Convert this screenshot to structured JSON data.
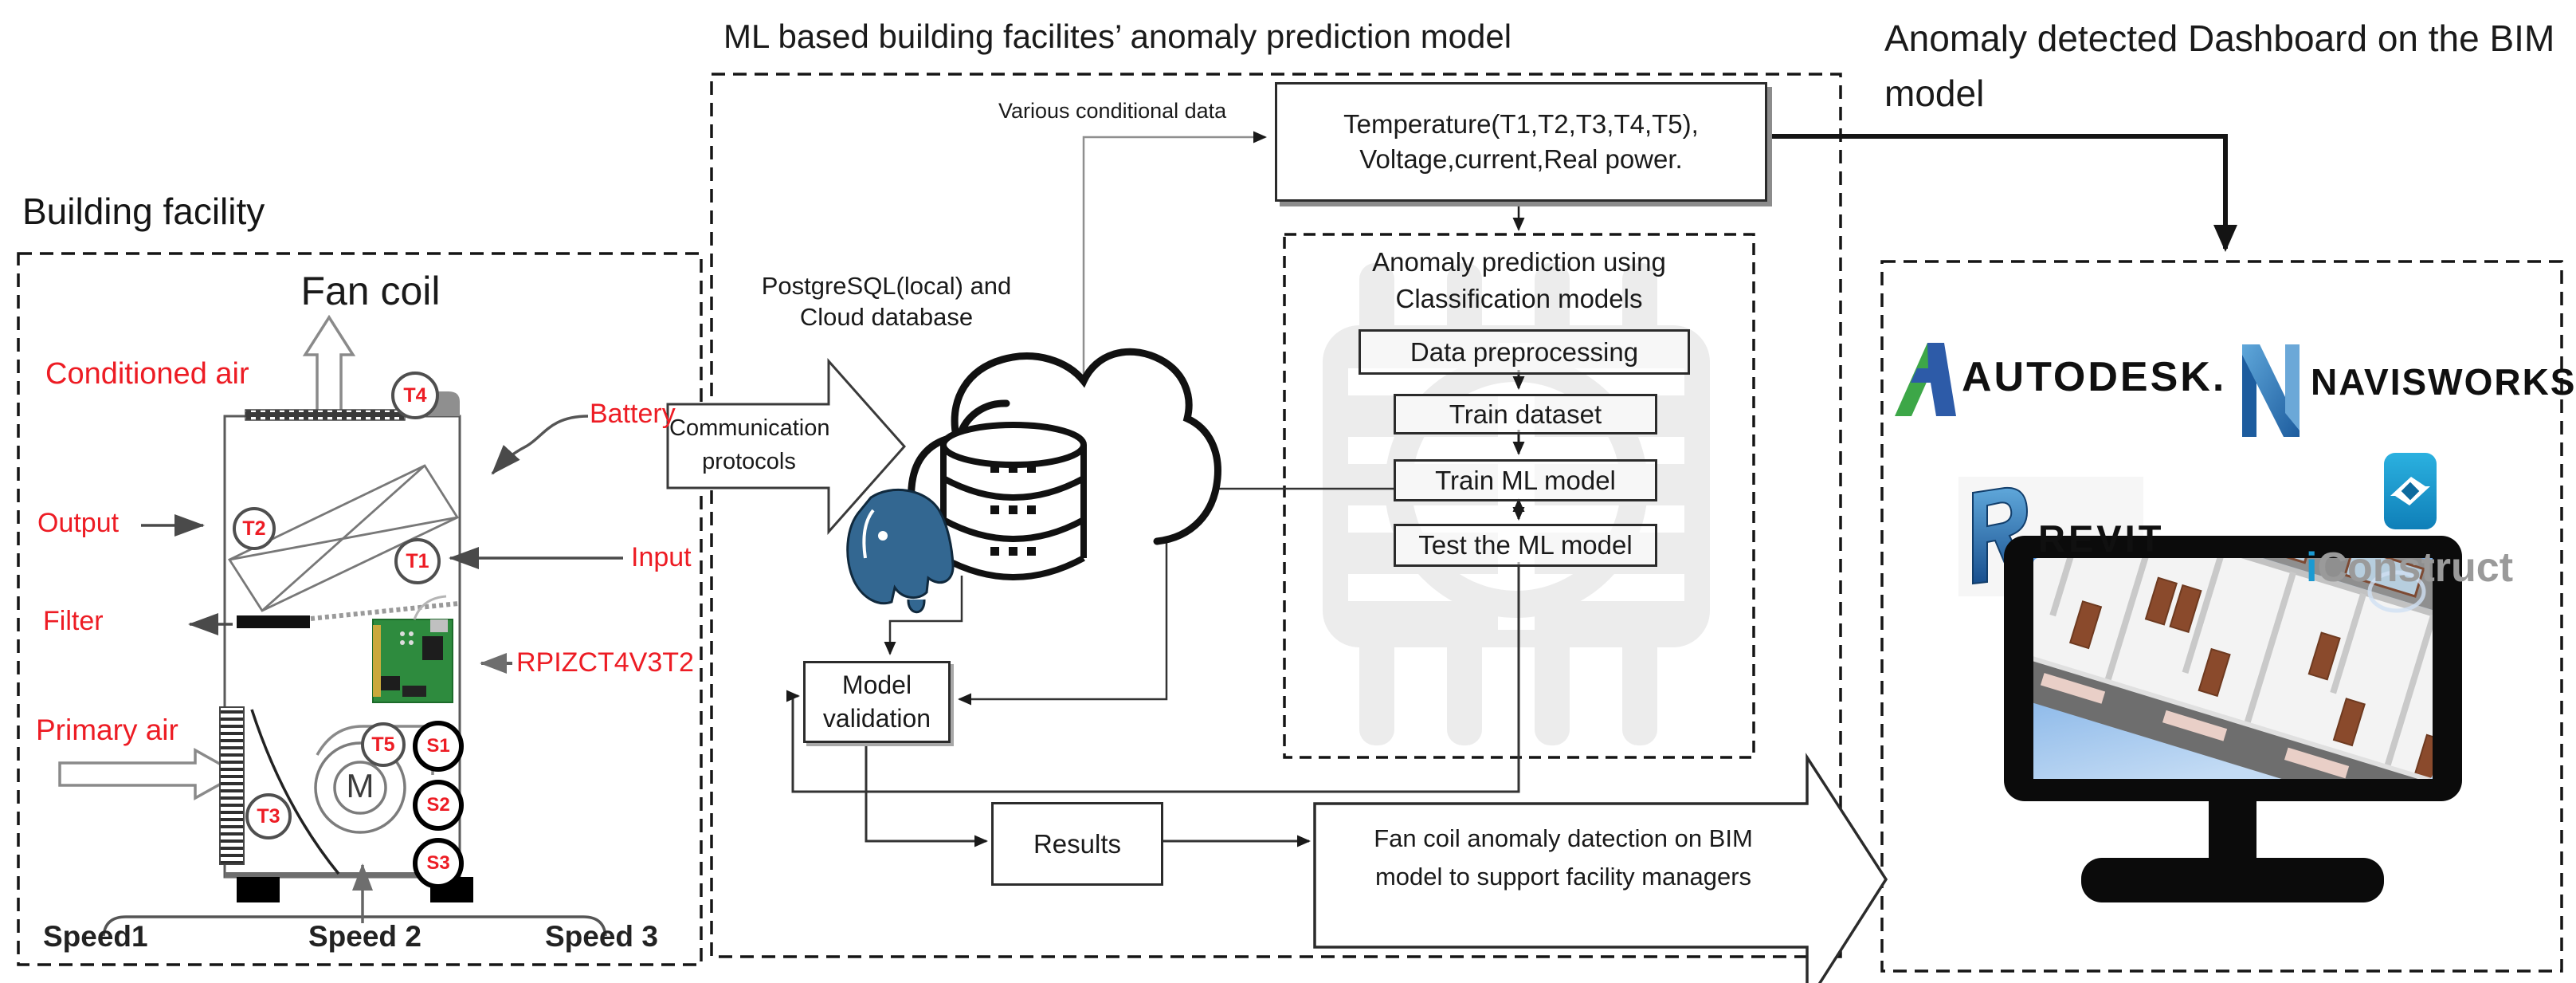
{
  "colors": {
    "red_label": "#ED1C24",
    "postgres_blue": "#336791",
    "watermark_gray": "#ececec",
    "navisworks_blue": "#2a6fb5",
    "autodesk_green": "#3DA748",
    "autodesk_blue": "#2D5BA8",
    "iconstruct_blue": "#1b9ad2",
    "iconstruct_gray": "#9a9a9a",
    "screen_sky": "#5b9bd5"
  },
  "building": {
    "title": "Building facility",
    "fan_coil": "Fan coil",
    "conditioned_air": "Conditioned air",
    "battery": "Battery",
    "output": "Output",
    "input": "Input",
    "filter": "Filter",
    "rpi": "RPIZCT4V3T2",
    "primary_air": "Primary air",
    "motor": "M",
    "sensors": {
      "t1": "T1",
      "t2": "T2",
      "t3": "T3",
      "t4": "T4",
      "t5": "T5",
      "s1": "S1",
      "s2": "S2",
      "s3": "S3"
    },
    "speeds": [
      "Speed1",
      "Speed 2",
      "Speed 3"
    ]
  },
  "ml": {
    "title": "ML based building facilites’ anomaly prediction model",
    "conditional_label": "Various conditional data",
    "temperature_line1": "Temperature(T1,T2,T3,T4,T5),",
    "temperature_line2": "Voltage,current,Real power.",
    "db_line1": "PostgreSQL(local) and",
    "db_line2": "Cloud database",
    "comm_line1": "Communication",
    "comm_line2": "protocols",
    "anomaly_title_line1": "Anomaly prediction using",
    "anomaly_title_line2": "Classification models",
    "steps": [
      "Data preprocessing",
      "Train dataset",
      "Train ML model",
      "Test the ML model"
    ],
    "validation_line1": "Model",
    "validation_line2": "validation",
    "results": "Results",
    "big_arrow_line1": "Fan coil anomaly datection on BIM",
    "big_arrow_line2": "model to support facility managers"
  },
  "dashboard": {
    "title": "Anomaly detected Dashboard on the BIM model",
    "autodesk": "AUTODESK.",
    "navisworks": "NAVISWORKS",
    "revit": "REVIT",
    "iconstruct_i": "i",
    "iconstruct_rest": "Construct"
  }
}
